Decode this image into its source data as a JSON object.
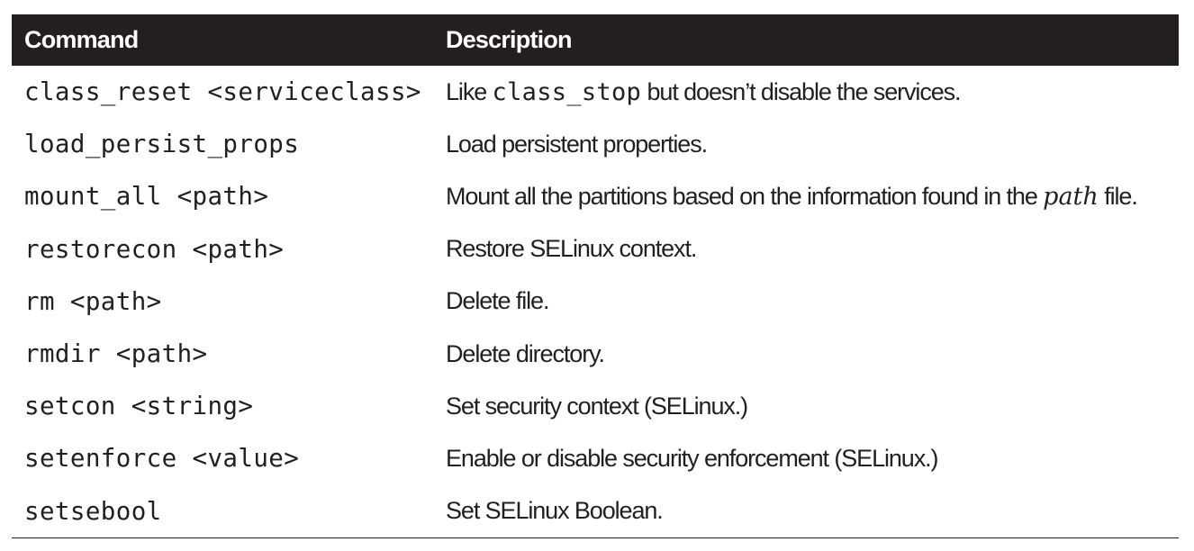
{
  "table": {
    "headers": {
      "command": "Command",
      "description": "Description"
    },
    "rows": [
      {
        "command": "class_reset <serviceclass>",
        "description": {
          "pre": "Like ",
          "code": "class_stop",
          "post": " but doesn’t disable the services."
        }
      },
      {
        "command": "load_persist_props",
        "description": "Load persistent properties."
      },
      {
        "command": "mount_all <path>",
        "description": {
          "pre": "Mount all the partitions based on the information found in the ",
          "italic": "path",
          "post": " file."
        }
      },
      {
        "command": "restorecon <path>",
        "description": "Restore SELinux context."
      },
      {
        "command": "rm <path>",
        "description": "Delete file."
      },
      {
        "command": "rmdir <path>",
        "description": "Delete directory."
      },
      {
        "command": "setcon <string>",
        "description": "Set security context (SELinux.)"
      },
      {
        "command": "setenforce <value>",
        "description": "Enable or disable security enforcement (SELinux.)"
      },
      {
        "command": "setsebool",
        "description": "Set SELinux Boolean."
      }
    ]
  },
  "colors": {
    "header_bg": "#231f20",
    "header_text": "#ffffff",
    "body_text": "#231f20"
  }
}
